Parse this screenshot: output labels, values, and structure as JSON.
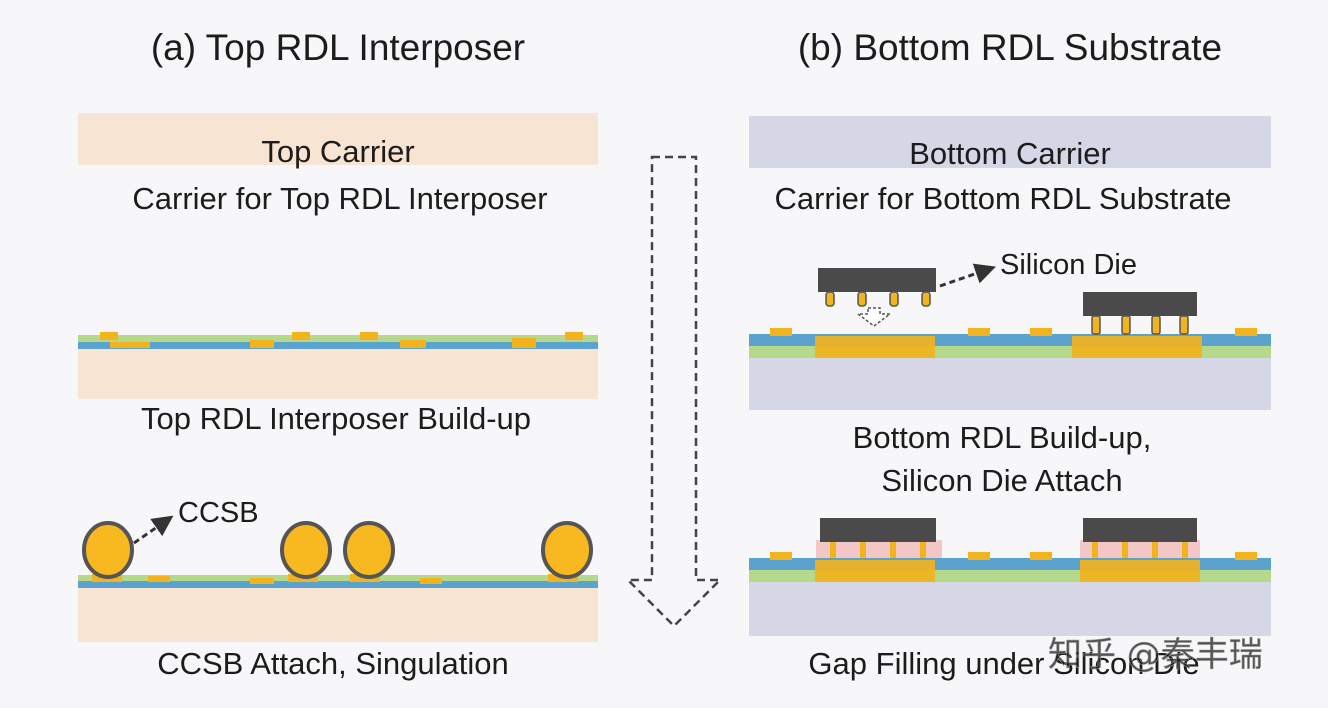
{
  "titles": {
    "left": "(a) Top RDL Interposer",
    "right": "(b) Bottom RDL Substrate"
  },
  "left": {
    "carrier_label": "Top Carrier",
    "step1_caption": "Carrier for Top RDL Interposer",
    "step2_caption": "Top RDL Interposer Build-up",
    "ccsb_label": "CCSB",
    "step3_caption": "CCSB Attach, Singulation"
  },
  "right": {
    "carrier_label": "Bottom Carrier",
    "step1_caption": "Carrier for Bottom RDL Substrate",
    "die_label": "Silicon Die",
    "step2_caption_line1": "Bottom RDL Build-up,",
    "step2_caption_line2": "Silicon Die Attach",
    "step3_caption": "Gap Filling under Silicon Die"
  },
  "watermark": "知乎 @秦丰瑞",
  "colors": {
    "top_carrier": "#f7e4d2",
    "bottom_carrier": "#d5d6e6",
    "rdl_blue": "#5aa3cf",
    "rdl_green": "#b6d88a",
    "copper": "#f2b31c",
    "ball_outline": "#555555",
    "die": "#4a4a4a",
    "underfill": "#f4c7c7"
  },
  "icons": {
    "process_arrow": "dashed-down-arrow-icon",
    "label_arrow": "dashed-pointer-arrow-icon"
  }
}
